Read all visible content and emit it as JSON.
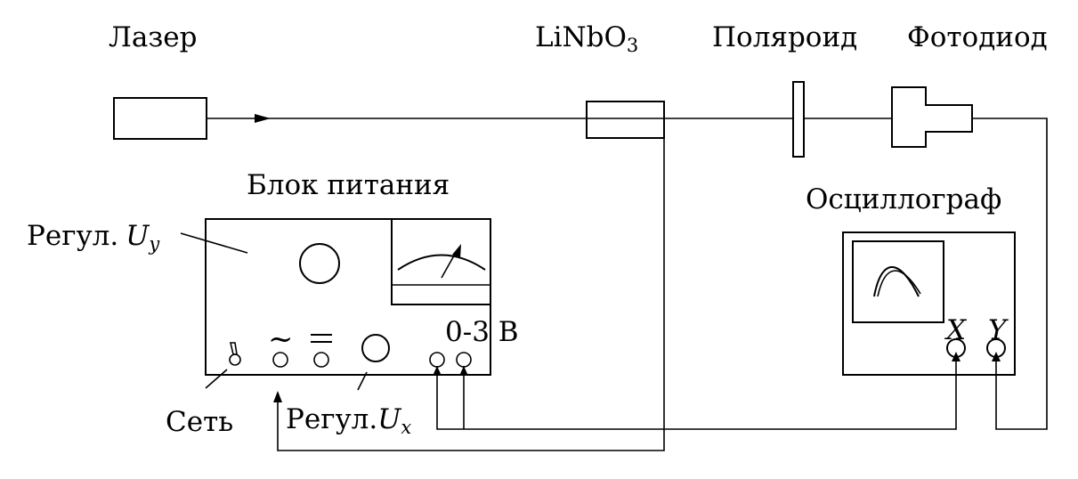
{
  "labels": {
    "laser": "Лазер",
    "crystal_base": "LiNbO",
    "crystal_sub": "3",
    "polaroid": "Поляроид",
    "photodiode": "Фотодиод",
    "power_supply": "Блок питания",
    "oscillograph": "Осциллограф",
    "reg_uy_prefix": "Регул.",
    "reg_uy_var": "U",
    "reg_uy_sub": "y",
    "reg_ux_prefix": "Регул.",
    "reg_ux_var": "U",
    "reg_ux_sub": "x",
    "network": "Сеть",
    "voltage_range": "0-3 В",
    "ac_symbol": "~",
    "dc_symbol": "=",
    "channel_x": "X",
    "channel_y": "Y"
  }
}
